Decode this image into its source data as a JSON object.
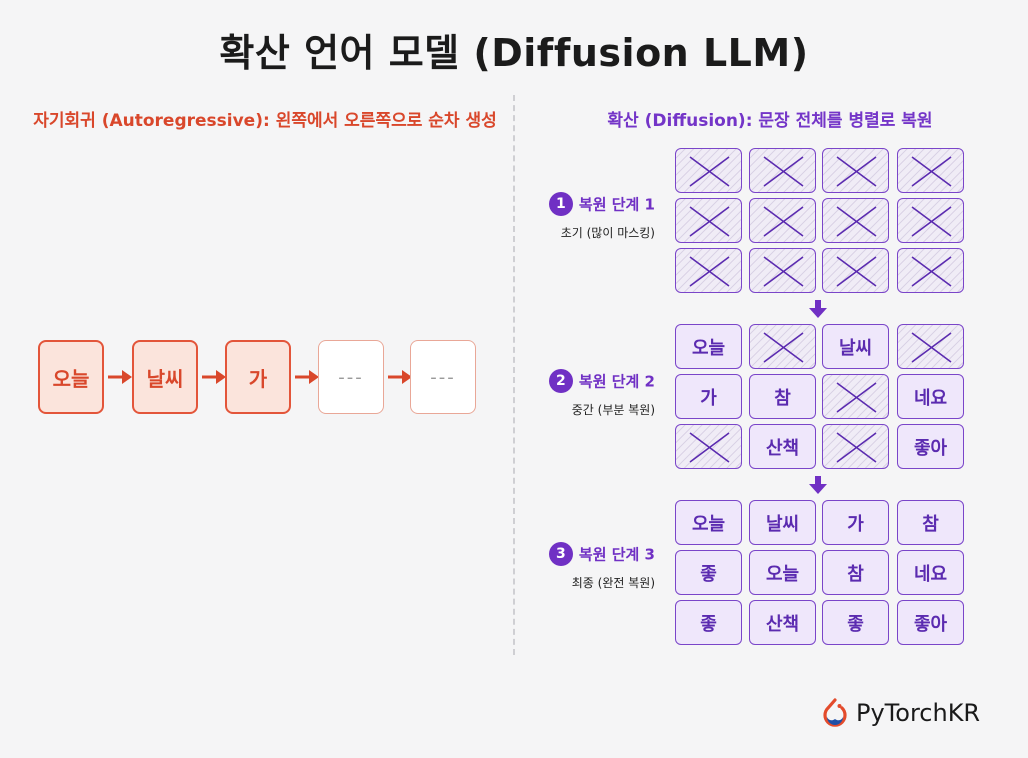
{
  "title": "확산 언어 모델 (Diffusion LLM)",
  "autoregressive": {
    "heading": "자기회귀 (Autoregressive): 왼쪽에서 오른쪽으로 순차 생성",
    "tokens": [
      "오늘",
      "날씨",
      "가",
      "---",
      "---"
    ]
  },
  "diffusion": {
    "heading": "확산 (Diffusion): 문장 전체를 병렬로 복원",
    "stages": [
      {
        "number": "1",
        "title": "복원 단계 1",
        "subtitle": "초기 (많이 마스킹)",
        "cells": [
          "",
          "",
          "",
          "",
          "",
          "",
          "",
          "",
          "",
          "",
          "",
          ""
        ]
      },
      {
        "number": "2",
        "title": "복원 단계 2",
        "subtitle": "중간 (부분 복원)",
        "cells": [
          "오늘",
          "",
          "날씨",
          "",
          "가",
          "참",
          "",
          "네요",
          "",
          "산책",
          "",
          "좋아"
        ]
      },
      {
        "number": "3",
        "title": "복원 단계 3",
        "subtitle": "최종 (완전 복원)",
        "cells": [
          "오늘",
          "날씨",
          "가",
          "참",
          "좋",
          "오늘",
          "참",
          "네요",
          "좋",
          "산책",
          "좋",
          "좋아"
        ]
      }
    ]
  },
  "logo": {
    "text": "PyTorchKR",
    "icon": "pytorch-flame-icon"
  },
  "colors": {
    "autoregressive_accent": "#d9472b",
    "diffusion_accent": "#7030c4"
  }
}
